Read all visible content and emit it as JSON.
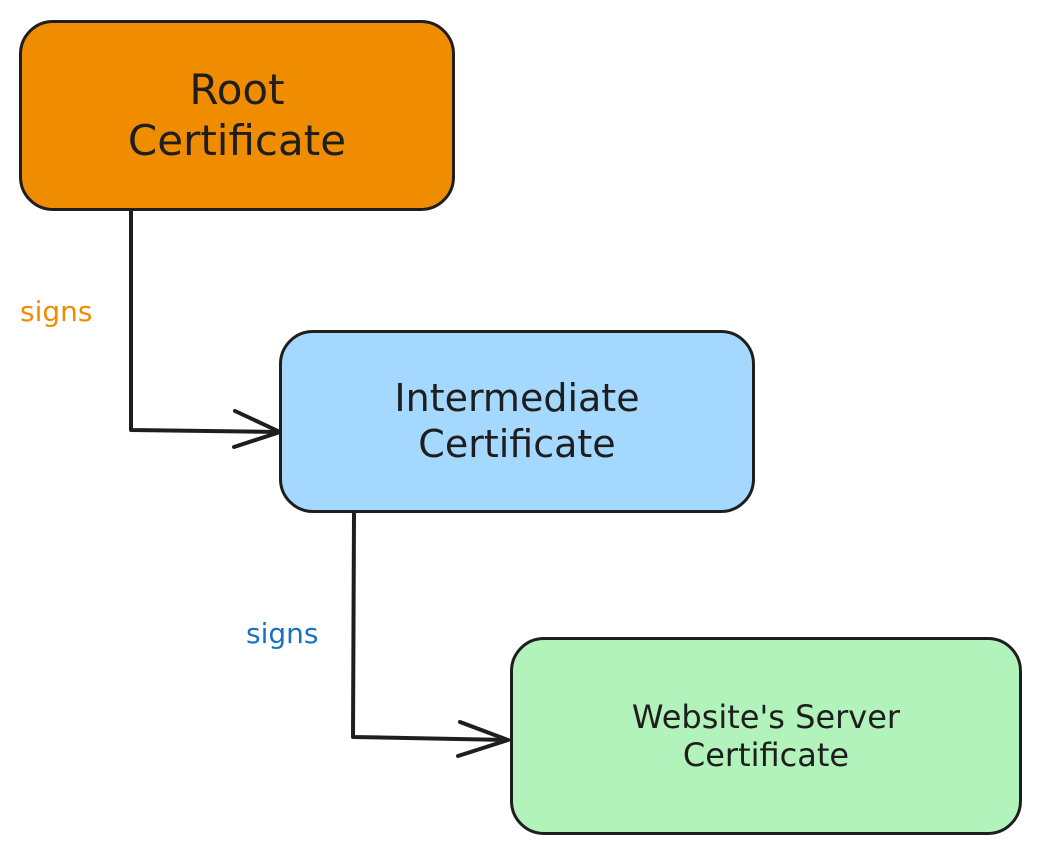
{
  "diagram": {
    "nodes": [
      {
        "id": "root",
        "lines": [
          "Root",
          "Certificate"
        ],
        "fill": "#f08c00"
      },
      {
        "id": "intermediate",
        "lines": [
          "Intermediate",
          "Certificate"
        ],
        "fill": "#a5d8ff"
      },
      {
        "id": "website",
        "lines": [
          "Website's Server",
          "Certificate"
        ],
        "fill": "#b2f2bb"
      }
    ],
    "edges": [
      {
        "from": "root",
        "to": "intermediate",
        "label": "signs",
        "label_color": "#f08c00"
      },
      {
        "from": "intermediate",
        "to": "website",
        "label": "signs",
        "label_color": "#1971c2"
      }
    ],
    "stroke_color": "#1e1e1e"
  }
}
